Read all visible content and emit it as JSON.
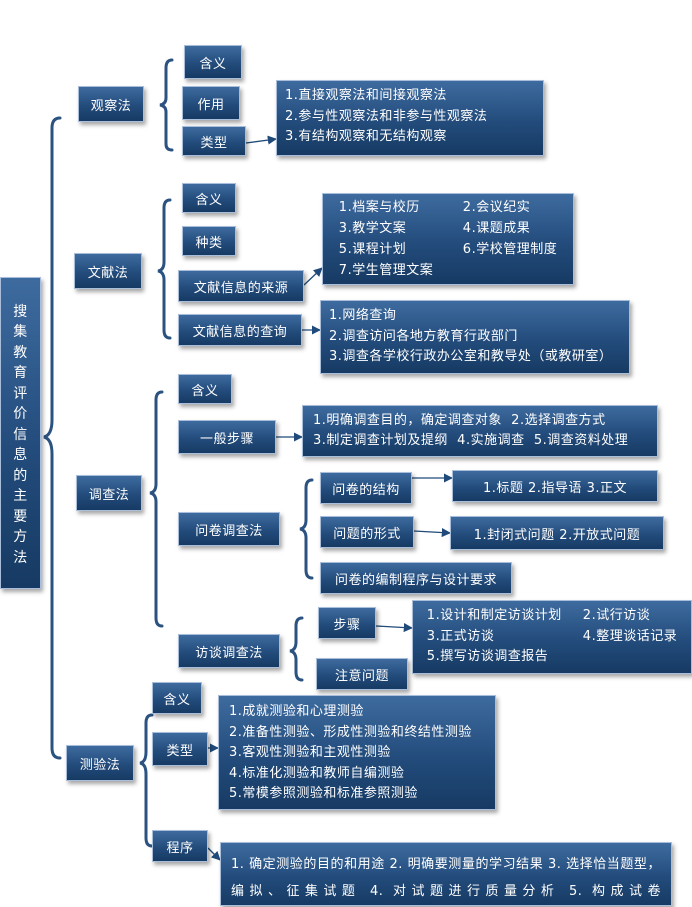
{
  "root": {
    "chars": [
      "搜",
      "集",
      "教",
      "育",
      "评",
      "价",
      "信",
      "息",
      "的",
      "主",
      "要",
      "方",
      "法"
    ]
  },
  "observation": {
    "label": "观察法",
    "meaning": "含义",
    "function": "作用",
    "types": "类型",
    "type_items": [
      "1.直接观察法和间接观察法",
      "2.参与性观察法和非参与性观察法",
      "3.有结构观察和无结构观察"
    ]
  },
  "literature": {
    "label": "文献法",
    "meaning": "含义",
    "kinds": "种类",
    "sources": "文献信息的来源",
    "source_items": [
      "1.档案与校历",
      "2.会议纪实",
      "3.教学文案",
      "4.课题成果",
      "5.课程计划",
      "6.学校管理制度",
      "7.学生管理文案"
    ],
    "query": "文献信息的查询",
    "query_items": [
      "1.网络查询",
      "2.调查访问各地方教育行政部门",
      "3.调查各学校行政办公室和教导处（或教研室）"
    ]
  },
  "survey": {
    "label": "调查法",
    "meaning": "含义",
    "general_steps": "一般步骤",
    "step_items": [
      "1.明确调查目的，确定调查对象  2.选择调查方式",
      "3.制定调查计划及提纲  4.实施调查  5.调查资料处理"
    ],
    "questionnaire": "问卷调查法",
    "q_structure": "问卷的结构",
    "q_structure_items": "1.标题  2.指导语  3.正文",
    "q_form": "问题的形式",
    "q_form_items": "1.封闭式问题   2.开放式问题",
    "q_compile": "问卷的编制程序与设计要求",
    "interview": "访谈调查法",
    "i_steps": "步骤",
    "i_step_items": [
      "1.设计和制定访谈计划",
      "2.试行访谈",
      "3.正式访谈",
      "4.整理谈话记录",
      "5.撰写访谈调查报告"
    ],
    "i_notes": "注意问题"
  },
  "test": {
    "label": "测验法",
    "meaning": "含义",
    "types": "类型",
    "type_items": [
      "1.成就测验和心理测验",
      "2.准备性测验、形成性测验和终结性测验",
      "3.客观性测验和主观性测验",
      "4.标准化测验和教师自编测验",
      "5.常模参照测验和标准参照测验"
    ],
    "procedure": "程序",
    "procedure_text": "1. 确定测验的目的和用途  2. 明确要测量的学习结果  3. 选择恰当题型，编拟、征集试题   4. 对试题进行质量分析    5. 构成试卷"
  }
}
